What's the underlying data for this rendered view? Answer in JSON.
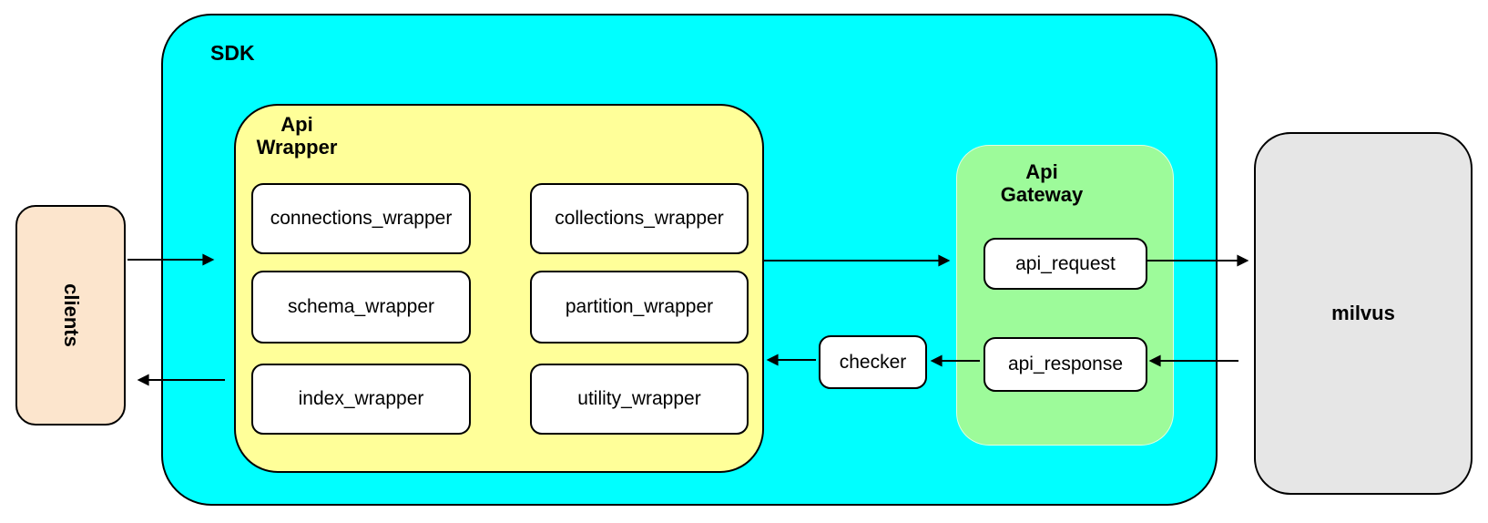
{
  "nodes": {
    "clients": {
      "label": "clients"
    },
    "sdk": {
      "label": "SDK"
    },
    "api_wrapper": {
      "label": "Api Wrapper",
      "children": [
        "connections_wrapper",
        "collections_wrapper",
        "schema_wrapper",
        "partition_wrapper",
        "index_wrapper",
        "utility_wrapper"
      ]
    },
    "checker": {
      "label": "checker"
    },
    "api_gateway": {
      "label": "Api Gateway",
      "children": [
        "api_request",
        "api_response"
      ]
    },
    "milvus": {
      "label": "milvus"
    }
  },
  "edges": [
    {
      "from": "clients",
      "to": "api_wrapper"
    },
    {
      "from": "api_wrapper",
      "to": "api_request"
    },
    {
      "from": "api_request",
      "to": "milvus"
    },
    {
      "from": "milvus",
      "to": "api_response"
    },
    {
      "from": "api_response",
      "to": "checker"
    },
    {
      "from": "checker",
      "to": "api_wrapper"
    },
    {
      "from": "api_wrapper",
      "to": "clients"
    }
  ],
  "colors": {
    "sdk_bg": "#00ffff",
    "api_wrapper_bg": "#ffff99",
    "api_gateway_bg": "#9dfb9a",
    "clients_bg": "#fce5cd",
    "milvus_bg": "#e6e6e6",
    "node_bg": "#ffffff",
    "border": "#000000"
  }
}
